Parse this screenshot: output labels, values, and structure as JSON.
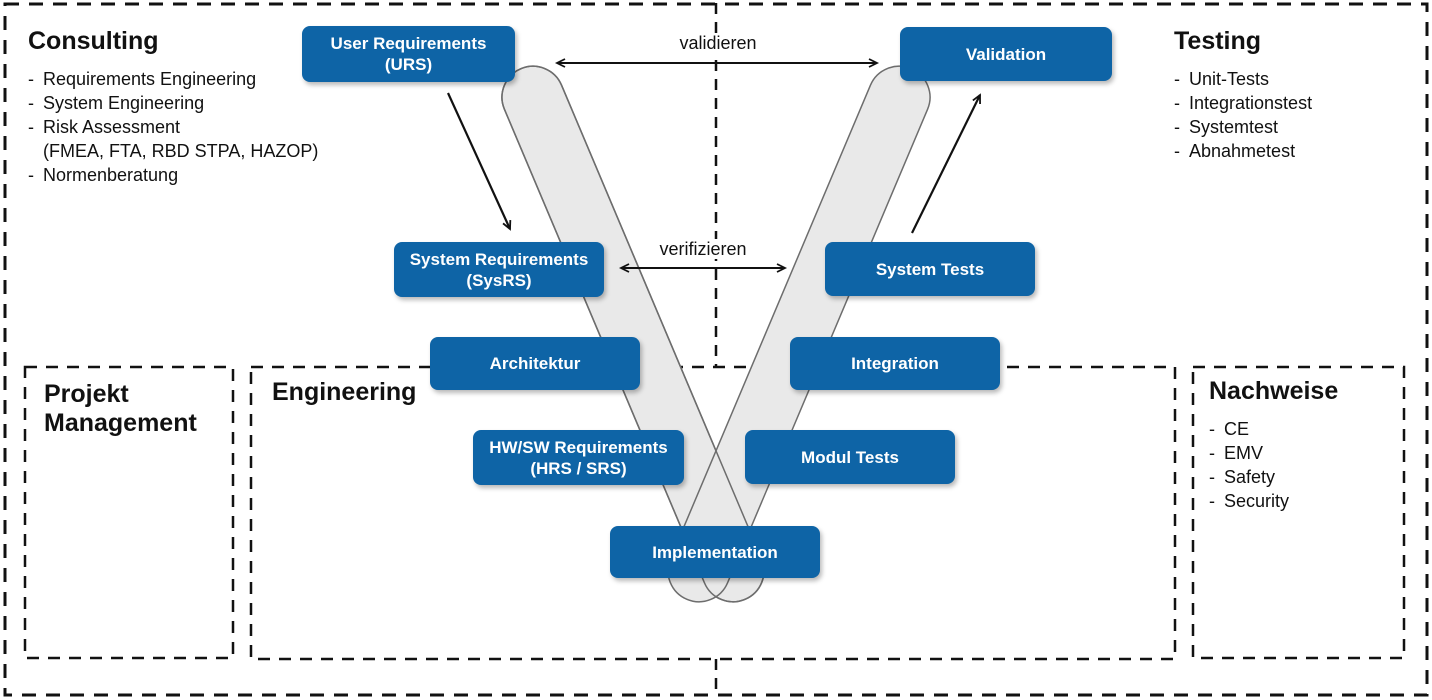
{
  "diagram": {
    "bullet": "-",
    "consulting": {
      "title": "Consulting",
      "items": [
        "Requirements Engineering",
        "System Engineering",
        "Risk Assessment",
        "(FMEA, FTA, RBD STPA, HAZOP)",
        "Normenberatung"
      ]
    },
    "testing": {
      "title": "Testing",
      "items": [
        "Unit-Tests",
        "Integrationstest",
        "Systemtest",
        "Abnahmetest"
      ]
    },
    "nachweise": {
      "title": "Nachweise",
      "items": [
        "CE",
        "EMV",
        "Safety",
        "Security"
      ]
    },
    "projekt_management": {
      "title_line1": "Projekt",
      "title_line2": "Management"
    },
    "engineering": {
      "title": "Engineering"
    },
    "boxes": {
      "urs": {
        "line1": "User Requirements",
        "line2": "(URS)"
      },
      "validation": {
        "line1": "Validation"
      },
      "sysrs": {
        "line1": "System Requirements",
        "line2": "(SysRS)"
      },
      "system_tests": {
        "line1": "System Tests"
      },
      "architektur": {
        "line1": "Architektur"
      },
      "integration": {
        "line1": "Integration"
      },
      "hwsw": {
        "line1": "HW/SW Requirements",
        "line2": "(HRS / SRS)"
      },
      "modul_tests": {
        "line1": "Modul Tests"
      },
      "implementation": {
        "line1": "Implementation"
      }
    },
    "arrows": {
      "validieren": "validieren",
      "verifizieren": "verifizieren"
    },
    "colors": {
      "box_blue": "#0e64a6",
      "band_gray": "#e9e9e9",
      "band_outline": "#6d6d6d",
      "line_black": "#111111",
      "box_text": "#ffffff"
    }
  }
}
